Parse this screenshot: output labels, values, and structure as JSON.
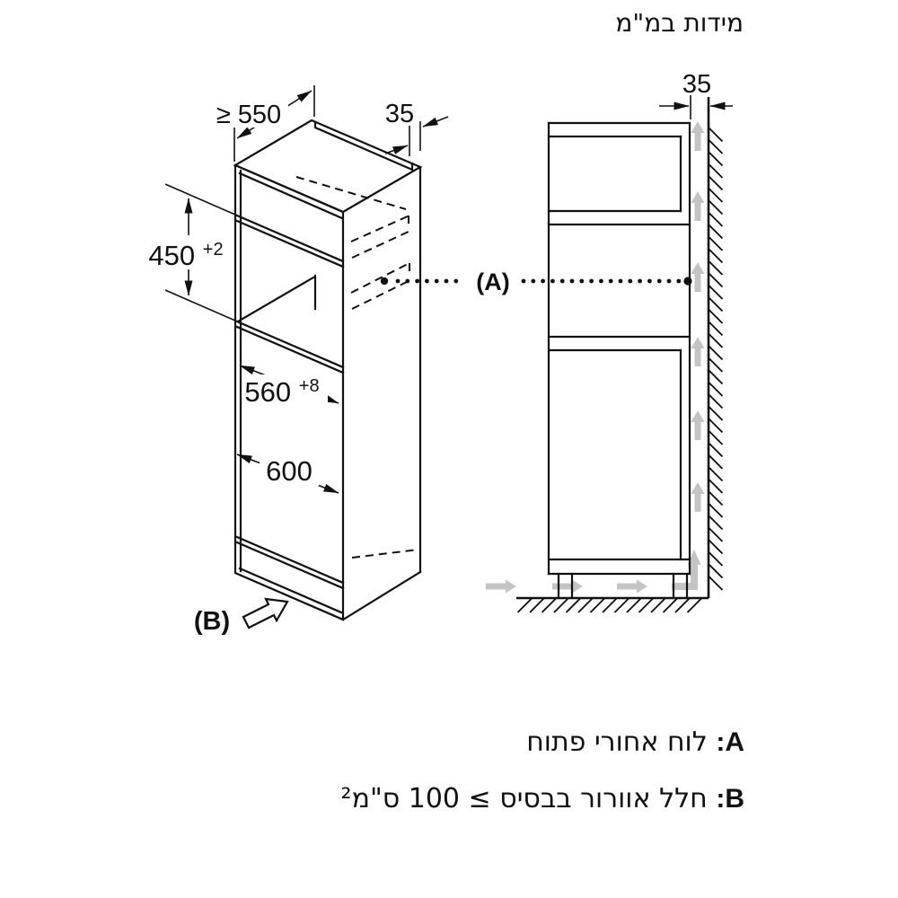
{
  "title": "מידות במ\"מ",
  "left_view": {
    "depth_dim": "≥ 550",
    "rear_recess_dim": "35",
    "niche_height_dim": {
      "value": "450",
      "tol": "+2"
    },
    "niche_width_dim": {
      "value": "560",
      "tol": "+8"
    },
    "outer_width_dim": "600",
    "base_vent_label": "(B)"
  },
  "right_view": {
    "wall_gap_dim": "35",
    "rear_panel_label": "(A)"
  },
  "legend": {
    "a_prefix": "A:",
    "a_text": "לוח אחורי פתוח",
    "b_prefix": "B:",
    "b_text": "חלל אוורור בבסיס ≥ 100 ס\"מ²"
  },
  "colors": {
    "line": "#111111",
    "airflow": "#c4c4c4",
    "background": "#ffffff"
  }
}
